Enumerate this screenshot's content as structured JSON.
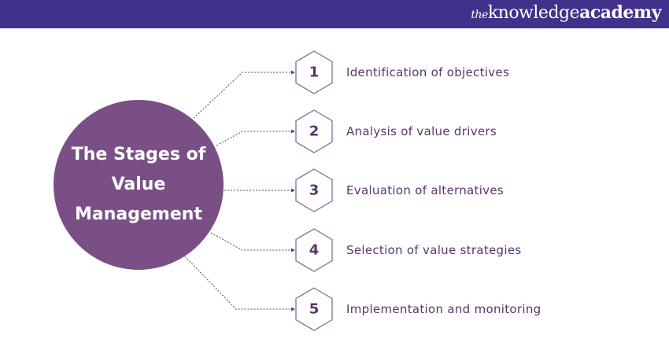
{
  "header": {
    "logo_the": "the",
    "logo_knowledge": "knowledge",
    "logo_academy": "academy"
  },
  "title": "The Stages of Value Management",
  "stages": [
    {
      "number": "1",
      "label": "Identification of objectives"
    },
    {
      "number": "2",
      "label": "Analysis of value drivers"
    },
    {
      "number": "3",
      "label": "Evaluation of alternatives"
    },
    {
      "number": "4",
      "label": "Selection of value strategies"
    },
    {
      "number": "5",
      "label": "Implementation and monitoring"
    }
  ],
  "colors": {
    "header": "#41318a",
    "circle": "#7a4f86",
    "text": "#5a3668",
    "line": "#5c3b70"
  }
}
